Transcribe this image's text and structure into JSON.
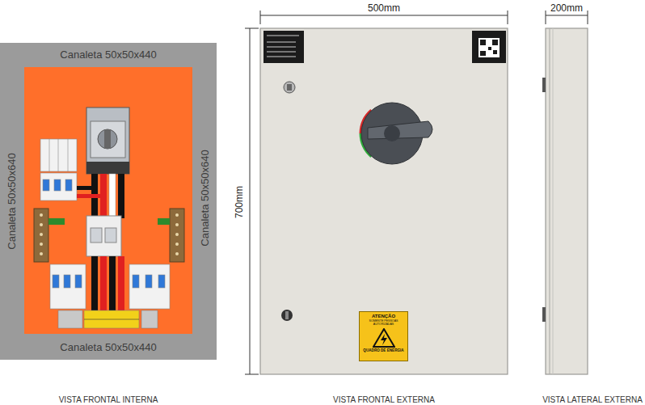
{
  "diagram": {
    "nodes": [
      {
        "text": [
          "ATENÇÃO",
          "SOMENTE PESSOAS AUTORIZADAS",
          "QUADRO DE ENERGIA"
        ]
      }
    ],
    "labels": [
      "Canaleta 50x50x440",
      "Canaleta 50x50x640",
      "Canaleta 50x50x640",
      "Canaleta 50x50x440",
      "500mm",
      "700mm",
      "200mm",
      "VISTA FRONTAL INTERNA",
      "VISTA FRONTAL EXTERNA",
      "VISTA LATERAL EXTERNA"
    ]
  }
}
